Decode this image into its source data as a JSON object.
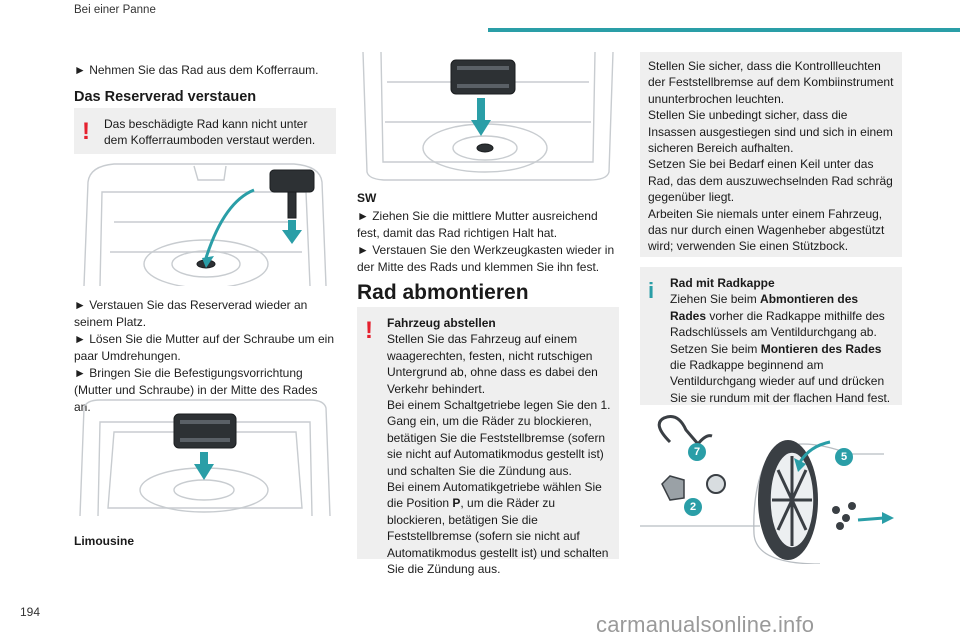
{
  "header": {
    "section_title": "Bei einer Panne"
  },
  "page_number": "194",
  "watermark": "carmanualsonline.info",
  "col1": {
    "step_remove": "► Nehmen Sie das Rad aus dem Kofferraum.",
    "heading": "Das Reserverad verstauen",
    "warning": "Das beschädigte Rad kann nicht unter dem Kofferraumboden verstaut werden.",
    "steps": [
      "► Verstauen Sie das Reserverad wieder an seinem Platz.",
      "► Lösen Sie die Mutter auf der Schraube um ein paar Umdrehungen.",
      "► Bringen Sie die Befestigungsvorrichtung (Mutter und Schraube) in der Mitte des Rades an."
    ],
    "caption": "Limousine"
  },
  "col2": {
    "caption": "SW",
    "steps": [
      "► Ziehen Sie die mittlere Mutter ausreichend fest, damit das Rad richtigen Halt hat.",
      "► Verstauen Sie den Werkzeugkasten wieder in der Mitte des Rads und klemmen Sie ihn fest."
    ],
    "heading": "Rad abmontieren",
    "warning": {
      "title": "Fahrzeug abstellen",
      "lines": [
        "Stellen Sie das Fahrzeug auf einem waagerechten, festen, nicht rutschigen Untergrund ab, ohne dass es dabei den Verkehr behindert.",
        "Bei einem Schaltgetriebe legen Sie den 1. Gang ein, um die Räder zu blockieren, betätigen Sie die Feststellbremse (sofern sie nicht auf Automatikmodus gestellt ist) und schalten Sie die Zündung aus.",
        "Bei einem Automatikgetriebe wählen Sie die Position ",
        "P",
        ", um die Räder zu blockieren, betätigen Sie die Feststellbremse (sofern sie nicht auf Automatikmodus gestellt ist) und schalten Sie die Zündung aus."
      ]
    }
  },
  "col3": {
    "note_lines": [
      "Stellen Sie sicher, dass die Kontrollleuchten der Feststellbremse auf dem Kombiinstrument ununterbrochen leuchten.",
      "Stellen Sie unbedingt sicher, dass die Insassen ausgestiegen sind und sich in einem sicheren Bereich aufhalten.",
      "Setzen Sie bei Bedarf einen Keil unter das Rad, das dem auszuwechselnden Rad schräg gegenüber liegt.",
      "Arbeiten Sie niemals unter einem Fahrzeug, das nur durch einen Wagenheber abgestützt wird; verwenden Sie einen Stützbock."
    ],
    "info": {
      "title": "Rad mit Radkappe",
      "p1_a": "Ziehen Sie beim ",
      "p1_b": "Abmontieren des Rades",
      "p1_c": " vorher die Radkappe mithilfe des Radschlüssels am Ventildurchgang ab.",
      "p2_a": "Setzen Sie beim ",
      "p2_b": "Montieren des Rades",
      "p2_c": " die Radkappe beginnend am Ventildurchgang wieder auf und drücken Sie sie rundum mit der flachen Hand fest."
    },
    "callouts": [
      "7",
      "5",
      "2"
    ]
  },
  "colors": {
    "accent_teal": "#2a9ea7",
    "warning_red": "#e5202e",
    "box_gray": "#efefef"
  }
}
